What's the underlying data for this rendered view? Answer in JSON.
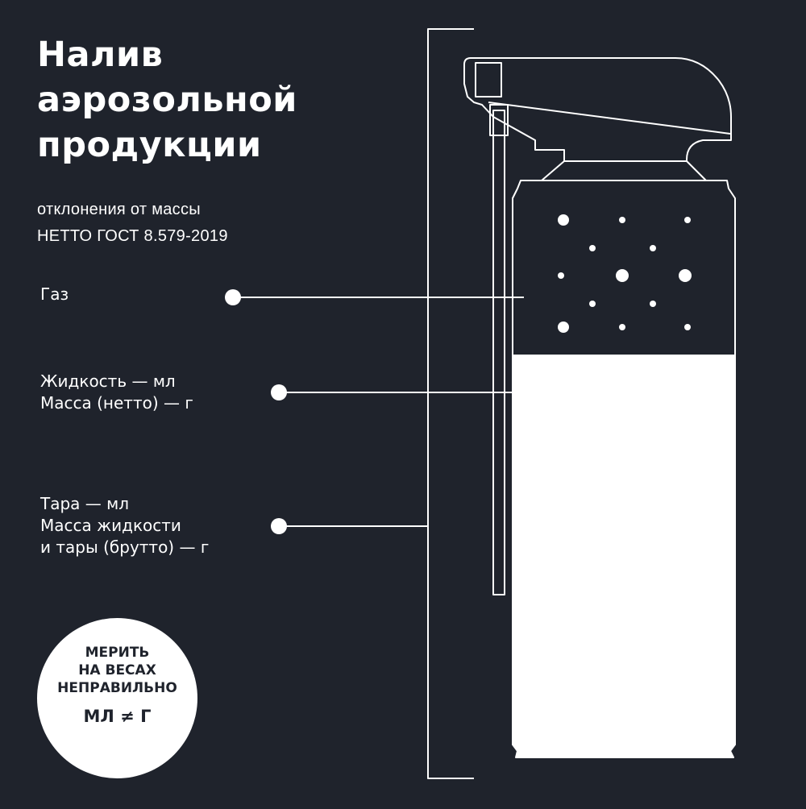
{
  "title": {
    "lines": [
      "Налив",
      "аэрозольной",
      "продукции"
    ]
  },
  "subtitle": {
    "lines": [
      "отклонения от массы",
      "НЕТТО ГОСТ 8.579-2019"
    ]
  },
  "labels": {
    "gas": [
      "Газ"
    ],
    "liquid": [
      "Жидкость  — мл",
      "Масса (нетто)  — г"
    ],
    "tare": [
      "Тара  — мл",
      "Масса жидкости",
      "и тары (брутто)  — г"
    ]
  },
  "badge": {
    "lines": [
      "МЕРИТЬ",
      "НА ВЕСАХ",
      "НЕПРАВИЛЬНО"
    ],
    "formula": "МЛ ≠ Г"
  },
  "colors": {
    "background": "#1f232c",
    "foreground": "#ffffff"
  },
  "icons": {
    "can": "aerosol-can-diagram",
    "markers": "dot-marker"
  }
}
